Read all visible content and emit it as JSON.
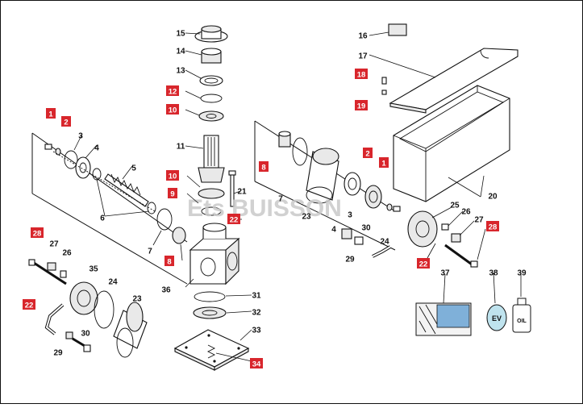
{
  "diagram": {
    "watermark": "Ets BUISSON",
    "callouts": [
      {
        "label": "15"
      },
      {
        "label": "14"
      },
      {
        "label": "13"
      },
      {
        "label": "12",
        "tag": true
      },
      {
        "label": "10",
        "tag": true
      },
      {
        "label": "11"
      },
      {
        "label": "10",
        "tag": true
      },
      {
        "label": "9",
        "tag": true
      },
      {
        "label": "8",
        "tag": true
      },
      {
        "label": "21"
      },
      {
        "label": "22",
        "tag": true
      },
      {
        "label": "36"
      },
      {
        "label": "31"
      },
      {
        "label": "32"
      },
      {
        "label": "33"
      },
      {
        "label": "34",
        "tag": true
      },
      {
        "label": "1",
        "tag": true
      },
      {
        "label": "2",
        "tag": true
      },
      {
        "label": "3"
      },
      {
        "label": "4"
      },
      {
        "label": "5"
      },
      {
        "label": "6"
      },
      {
        "label": "7"
      },
      {
        "label": "28",
        "tag": true
      },
      {
        "label": "27"
      },
      {
        "label": "26"
      },
      {
        "label": "35"
      },
      {
        "label": "22",
        "tag": true
      },
      {
        "label": "24"
      },
      {
        "label": "23"
      },
      {
        "label": "30"
      },
      {
        "label": "29"
      },
      {
        "label": "16"
      },
      {
        "label": "17"
      },
      {
        "label": "18",
        "tag": true
      },
      {
        "label": "19",
        "tag": true
      },
      {
        "label": "20"
      },
      {
        "label": "8",
        "tag": true
      },
      {
        "label": "7"
      },
      {
        "label": "23"
      },
      {
        "label": "3"
      },
      {
        "label": "2",
        "tag": true
      },
      {
        "label": "1",
        "tag": true
      },
      {
        "label": "4"
      },
      {
        "label": "24"
      },
      {
        "label": "30"
      },
      {
        "label": "29"
      },
      {
        "label": "25"
      },
      {
        "label": "26"
      },
      {
        "label": "27"
      },
      {
        "label": "28",
        "tag": true
      },
      {
        "label": "22",
        "tag": true
      },
      {
        "label": "37"
      },
      {
        "label": "38"
      },
      {
        "label": "39"
      }
    ]
  },
  "colors": {
    "tag": "#d8262c",
    "line": "#111111",
    "watermark": "#c9c9c9",
    "grease": "#7fb0d9"
  }
}
